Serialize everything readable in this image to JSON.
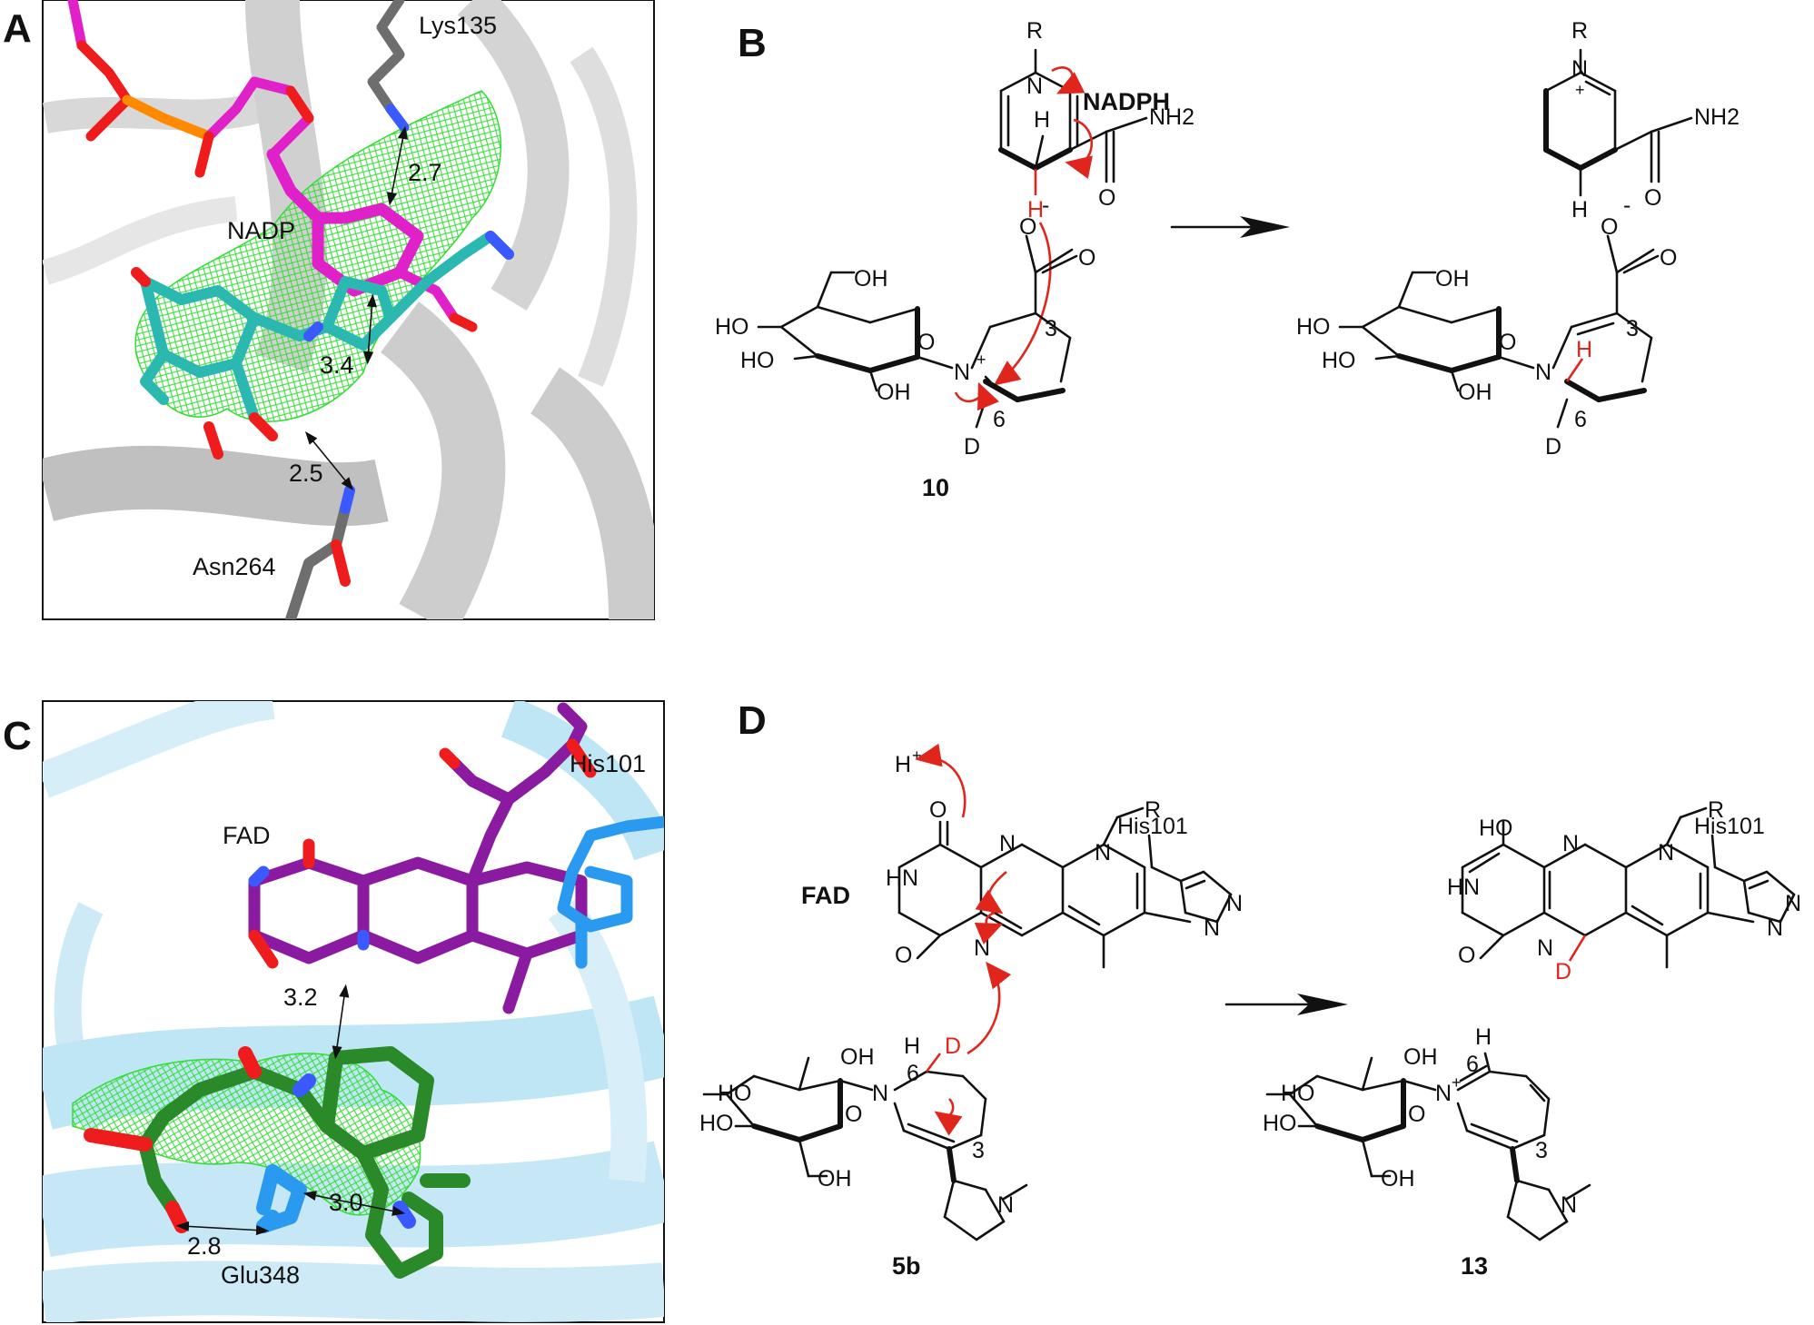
{
  "panels": {
    "A": {
      "label": "A",
      "residues": [
        "Lys135",
        "Asn264"
      ],
      "ligand": "NADP",
      "distances": [
        "2.7",
        "3.4",
        "2.5"
      ]
    },
    "B": {
      "label": "B",
      "cofactor": "NADPH",
      "compound": "10",
      "atoms": {
        "R": "R",
        "N": "N",
        "H": "H",
        "plus": "+",
        "minus": "-",
        "O": "O",
        "NH2": "NH2",
        "D": "D",
        "HO": "HO",
        "OH": "OH",
        "pos3": "3",
        "pos6": "6"
      }
    },
    "C": {
      "label": "C",
      "residues": [
        "His101",
        "Glu348"
      ],
      "ligand": "FAD",
      "distances": [
        "3.2",
        "2.8",
        "3.0"
      ]
    },
    "D": {
      "label": "D",
      "cofactor": "FAD",
      "residue": "His101",
      "proton": "H",
      "substrate": "5b",
      "product": "13",
      "atoms": {
        "HN": "HN",
        "HO": "HO",
        "O": "O",
        "N": "N",
        "R": "R",
        "D": "D",
        "H": "H",
        "OH": "OH",
        "pos3": "3",
        "pos6": "6"
      }
    }
  },
  "colors": {
    "protein_A": "#c8c8c8",
    "protein_C": "#bfe6f5",
    "nadp": "#e020c8",
    "substrate_A": "#2bb8b0",
    "mesh": "#33dd33",
    "fad": "#8a1aa0",
    "substrate_C": "#2a8a2a",
    "his": "#2a9af0",
    "oxygen": "#ee1c1c",
    "nitrogen": "#3a5aff",
    "phosphorus": "#ff8a00",
    "arrow": "#e0261c"
  }
}
